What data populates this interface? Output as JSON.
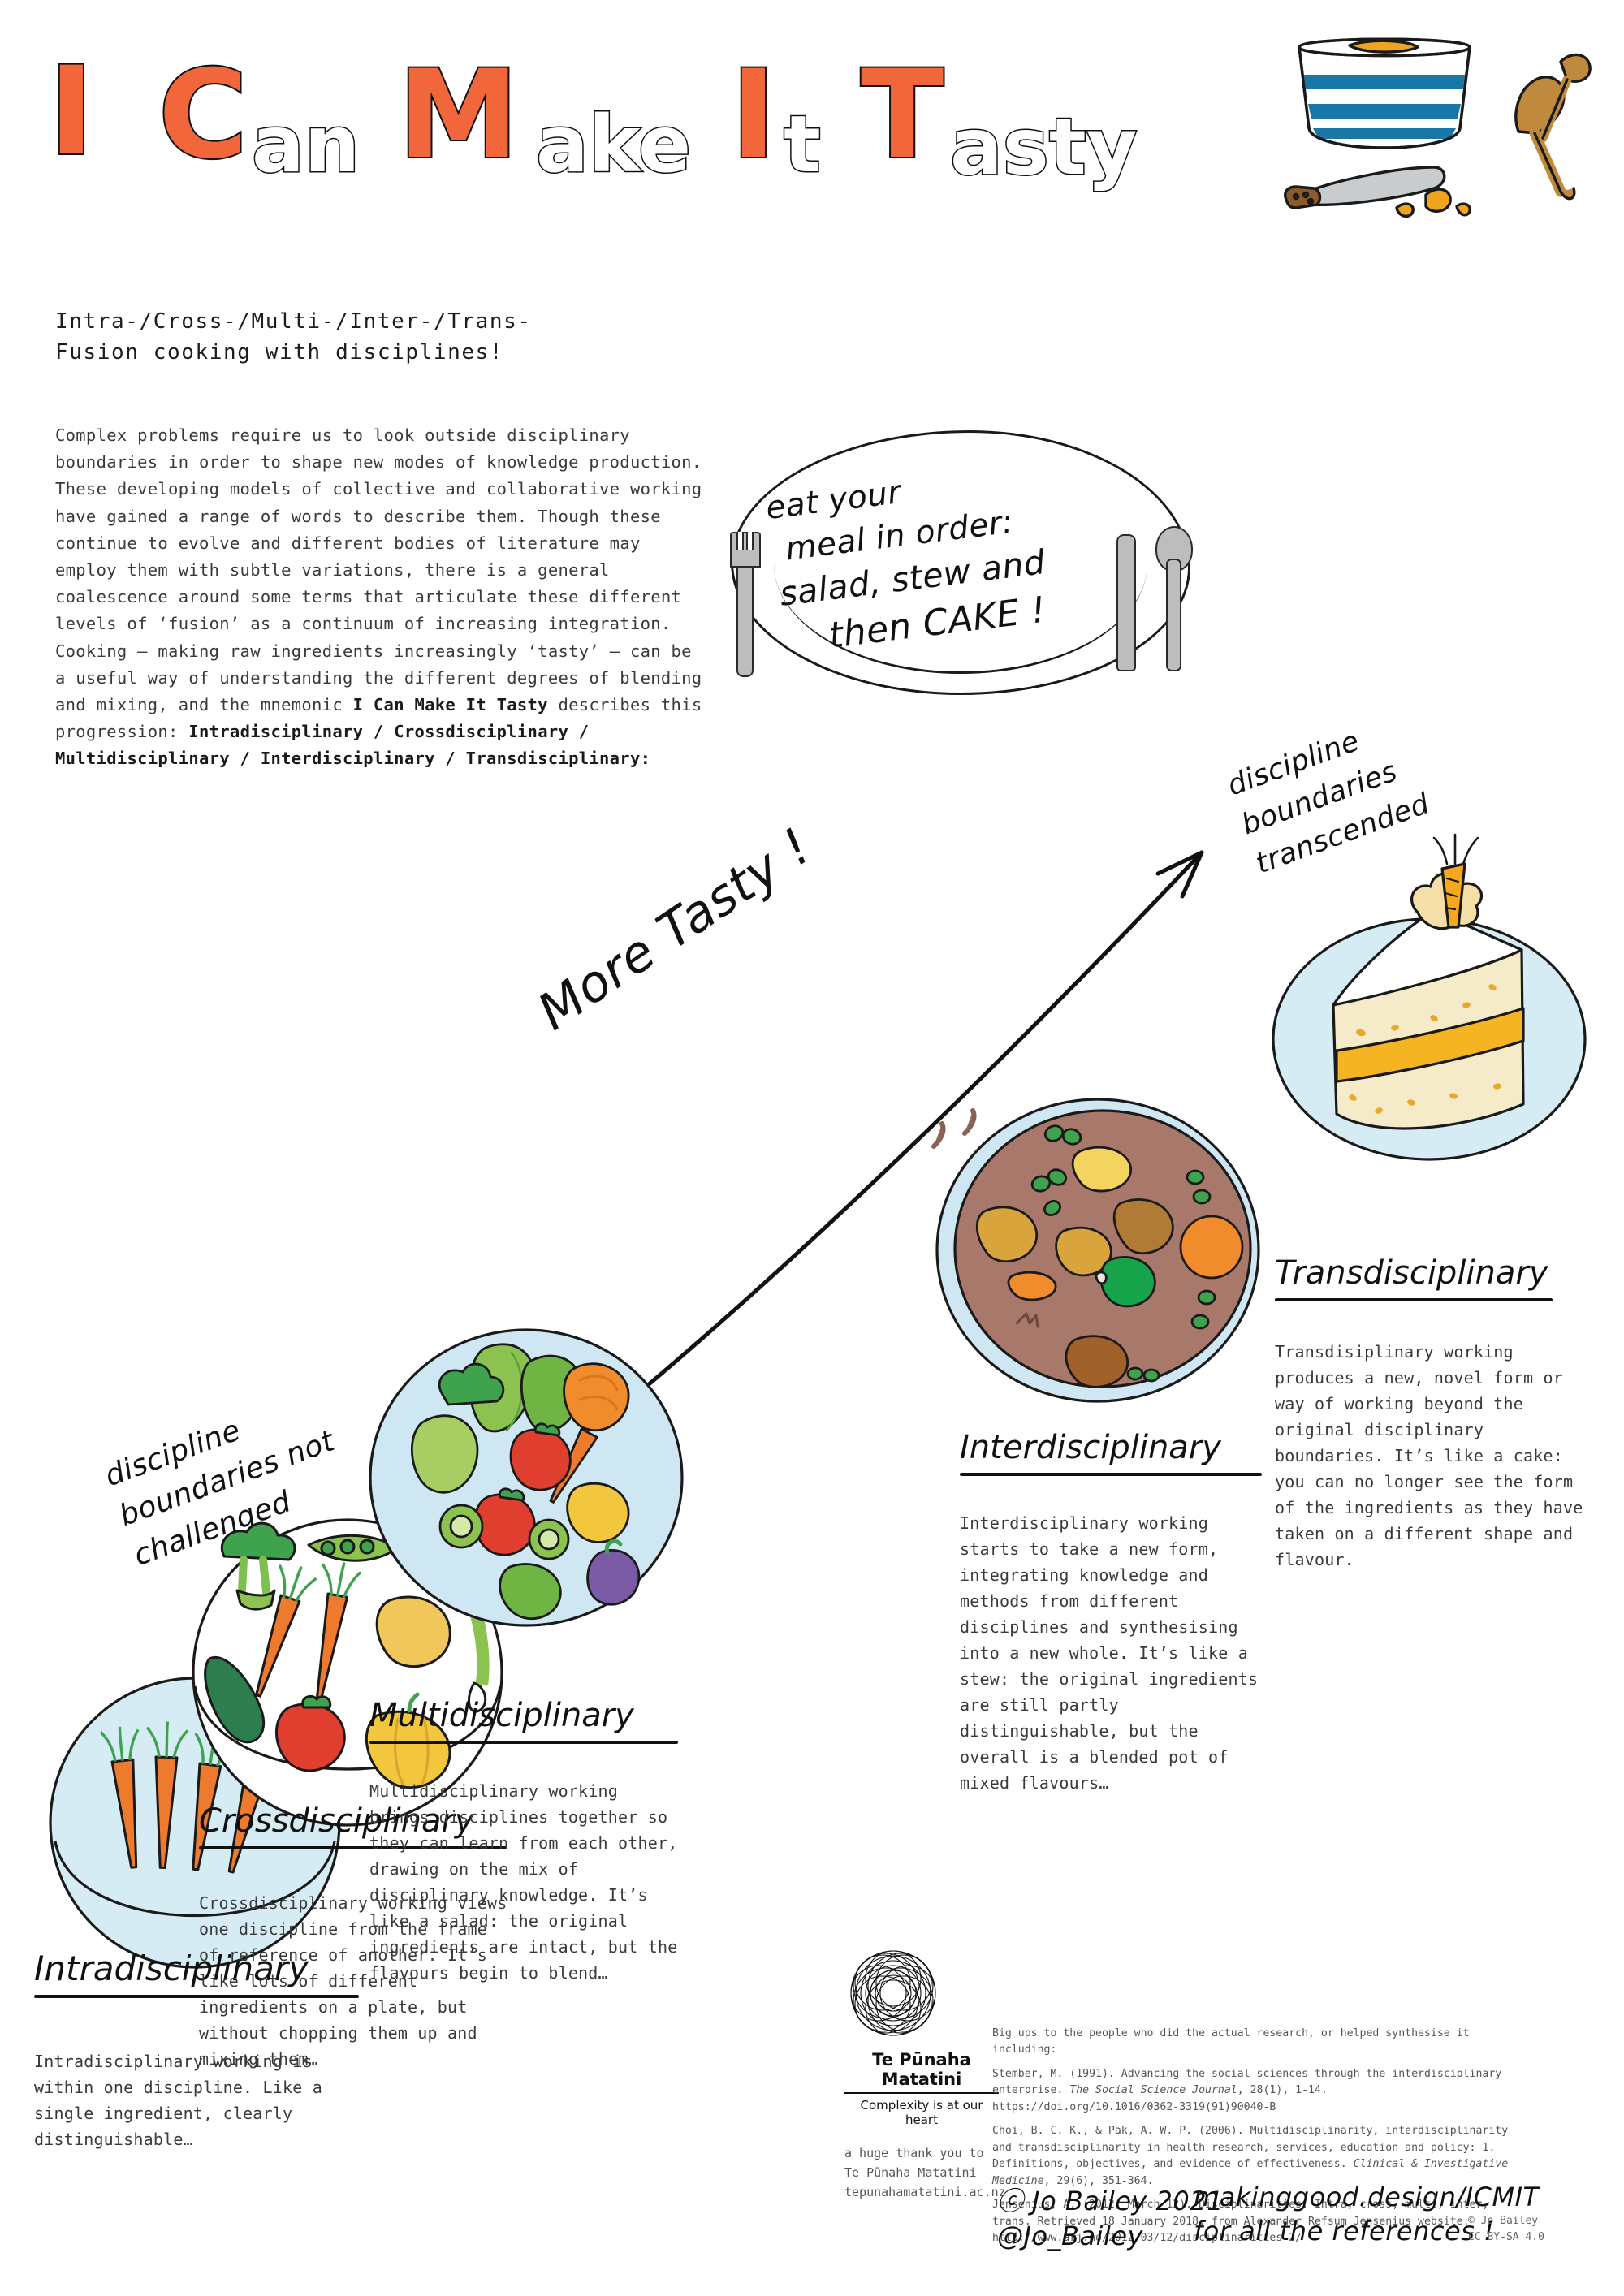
{
  "title": {
    "full": "I Can Make It Tasty",
    "letters": [
      {
        "char": "I",
        "emph": true
      },
      {
        "char": "C",
        "emph": true
      },
      {
        "char": "an",
        "emph": false
      },
      {
        "char": "M",
        "emph": true
      },
      {
        "char": "ake",
        "emph": false
      },
      {
        "char": "I",
        "emph": true
      },
      {
        "char": "t",
        "emph": false
      },
      {
        "char": "T",
        "emph": true
      },
      {
        "char": "asty",
        "emph": false
      }
    ],
    "accent_color": "#F2663C",
    "ink_color": "#111111"
  },
  "subtitle": {
    "line1": "Intra-/Cross-/Multi-/Inter-/Trans-",
    "line2": "Fusion cooking with disciplines!"
  },
  "intro": {
    "part1": "Complex problems require us to look outside disciplinary boundaries in order to shape new modes of knowledge production. These developing models of collective and collaborative working have gained a range of words to describe them. Though these continue to evolve and different bodies of literature may employ them with subtle variations, there is a general coalescence around some terms that articulate these different levels of ‘fusion’ as a continuum of increasing integration. Cooking – making raw ingredients increasingly ‘tasty’ – can be a useful way of understanding the different degrees of blending and mixing, and the mnemonic ",
    "mnemonic": "I Can Make It Tasty",
    "part2": " describes this progression: ",
    "terms": "Intradisciplinary / Crossdisciplinary / Multidisciplinary / Interdisciplinary / Transdisciplinary:"
  },
  "plate_note": {
    "line1": "eat your",
    "line2": "meal in order:",
    "line3": "salad, stew and",
    "line4": "then CAKE !"
  },
  "arrow": {
    "axis_label": "More Tasty !",
    "left_label": "discipline boundaries not challenged",
    "left_label_lines": [
      "discipline",
      "boundaries not",
      "challenged"
    ],
    "right_label": "discipline boundaries transcended",
    "right_label_lines": [
      "discipline",
      "boundaries transcended"
    ]
  },
  "stages": [
    {
      "id": "intradisciplinary",
      "title": "Intradisciplinary",
      "body": "Intradisciplinary working is within one discipline. Like a single ingredient, clearly distinguishable…",
      "food": "carrots-on-plate"
    },
    {
      "id": "crossdisciplinary",
      "title": "Crossdisciplinary",
      "body": "Crossdisciplinary working views one discipline from the frame of reference of another. It’s like lots of different ingredients on a plate, but without chopping them up and mixing them…",
      "food": "whole-vegetables-on-plate"
    },
    {
      "id": "multidisciplinary",
      "title": "Multidisciplinary",
      "body": "Multidisciplinary working brings disciplines together so they can learn from each other, drawing on the mix of disciplinary knowledge. It’s like a salad: the original ingredients are intact, but the flavours begin to blend…",
      "food": "salad-bowl"
    },
    {
      "id": "interdisciplinary",
      "title": "Interdisciplinary",
      "body": "Interdisciplinary working starts to take a new form, integrating knowledge and methods from different disciplines and synthesising into a new whole. It’s like a stew: the original ingredients are still partly distinguishable, but the overall is a blended pot of mixed flavours…",
      "food": "stew-bowl"
    },
    {
      "id": "transdisciplinary",
      "title": "Transdisciplinary",
      "body": "Transdisiplinary working produces a new, novel form or way of working beyond the original disciplinary boundaries. It’s like a cake: you can no longer see the form of the ingredients as they have taken on a different shape and flavour.",
      "food": "cake-slice"
    }
  ],
  "footer": {
    "logo_name": "Te Pūnaha Matatini",
    "logo_tagline": "Complexity is at our heart",
    "thanks": "a huge thank you to Te Pūnaha Matatini tepunahamatatini.ac.nz",
    "thanks_lines": [
      "a huge thank you to",
      "Te Pūnaha Matatini",
      "tepunahamatatini.ac.nz"
    ],
    "refs_intro": "Big ups to the people who did the actual research, or helped synthesise it including:",
    "references": [
      {
        "pre": "Stember, M. (1991). Advancing the social sciences through the interdisciplinary enterprise. ",
        "italic": "The Social Science Journal",
        "post": ", 28(1), 1-14. https://doi.org/10.1016/0362-3319(91)90040-B"
      },
      {
        "pre": "Choi, B. C. K., & Pak, A. W. P. (2006). Multidisciplinarity, interdisciplinarity and transdisciplinarity in health research, services, education and policy: 1. Definitions, objectives, and evidence of effectiveness. ",
        "italic": "Clinical & Investigative Medicine",
        "post": ", 29(6), 351-364."
      },
      {
        "pre": "Jensenius, A. (2012, March 12). Disciplinarities: Intra, cross, multi, inter, trans. Retrieved 18 January 2018, from Alexander Refsum Jensenius website: http://www.arj.no/2012/03/12/disciplinarities-2/",
        "italic": "",
        "post": ""
      }
    ],
    "copyright_hand_line1": "ⓒ Jo Bailey 2021",
    "copyright_hand_line2": "@Jo_Bailey",
    "promo_line1": "makinggood.design/ICMIT",
    "promo_line2": "for all the references !",
    "cc_line1": "© Jo Bailey",
    "cc_line2": "CC BY-SA 4.0"
  },
  "colors": {
    "accent_orange": "#F2663C",
    "plate_blue": "#d6ecf5",
    "stew_brown": "#A8796A",
    "cake_cream": "#F6EBC8",
    "cake_icing": "#F5B422",
    "carrot_orange": "#EE7A2E",
    "leaf_green": "#3FA34D",
    "tomato_red": "#E03E2F",
    "bowl_stripe_blue": "#1B76A8",
    "spoon_wood": "#C08A3E"
  }
}
